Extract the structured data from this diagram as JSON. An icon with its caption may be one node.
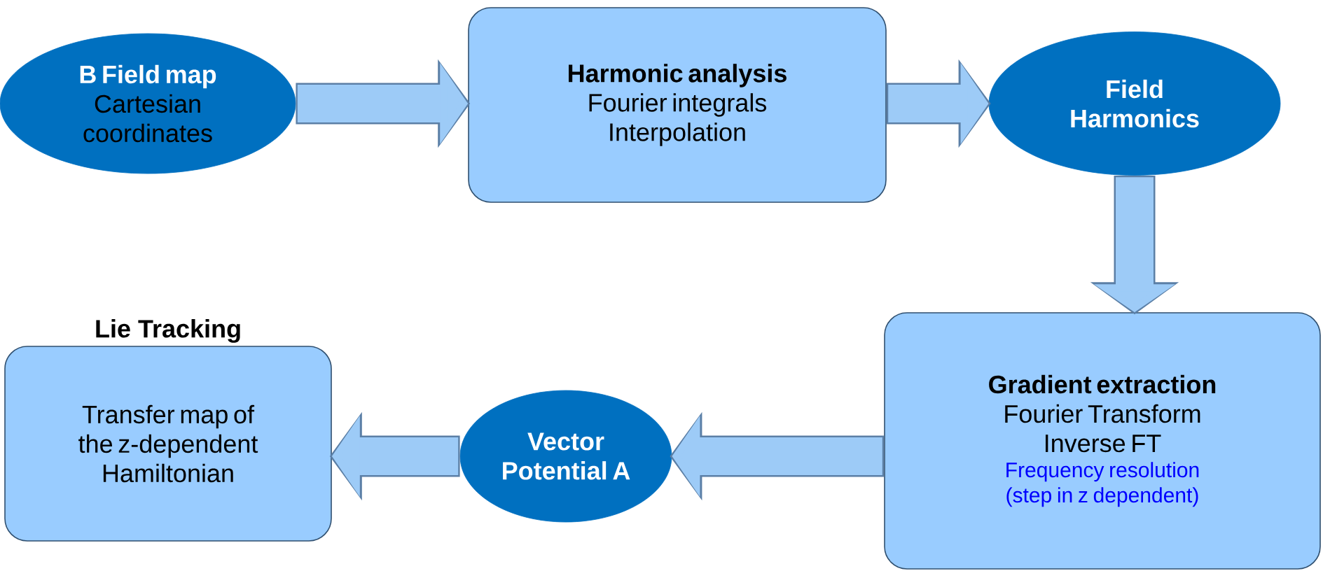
{
  "diagram": {
    "nodes": [
      {
        "text": [
          "B Field map",
          "Cartesian coordinates"
        ]
      },
      {
        "text": [
          "Harmonic analysis",
          "Fourier integrals Interpolation"
        ]
      },
      {
        "text": [
          "Field Harmonics"
        ]
      },
      {
        "text": [
          "Gradient extraction",
          "Fourier Transform Inverse FT",
          "Frequency resolution (step in z dependent)"
        ]
      },
      {
        "text": [
          "Vector Potential A"
        ]
      },
      {
        "text": [
          "Lie Tracking",
          "Transfer map of the z-dependent Hamiltonian"
        ]
      }
    ],
    "edges": [
      {
        "from": 0,
        "to": 1,
        "arrow": "to"
      },
      {
        "from": 1,
        "to": 2,
        "arrow": "to"
      },
      {
        "from": 2,
        "to": 3,
        "arrow": "to"
      },
      {
        "from": 3,
        "to": 4,
        "arrow": "to"
      },
      {
        "from": 4,
        "to": 5,
        "arrow": "to"
      }
    ]
  }
}
